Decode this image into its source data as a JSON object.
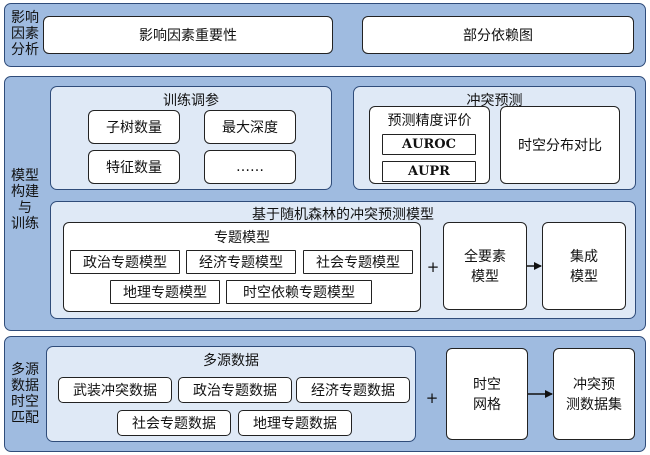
{
  "rows": {
    "analysis": {
      "label_lines": [
        "影响",
        "因素",
        "分析"
      ],
      "items": [
        "影响因素重要性",
        "部分依赖图"
      ]
    },
    "modeling": {
      "label_lines": [
        "模型",
        "构建",
        "与",
        "训练"
      ],
      "tuning": {
        "title": "训练调参",
        "items": [
          "子树数量",
          "最大深度",
          "特征数量",
          "……"
        ]
      },
      "prediction": {
        "title": "冲突预测",
        "accuracy": {
          "title": "预测精度评价",
          "metrics": [
            "AUROC",
            "AUPR"
          ]
        },
        "spatiotemporal_compare": "时空分布对比"
      },
      "rf_model": {
        "title": "基于随机森林的冲突预测模型",
        "thematic": {
          "title": "专题模型",
          "models": [
            "政治专题模型",
            "经济专题模型",
            "社会专题模型",
            "地理专题模型",
            "时空依赖专题模型"
          ]
        },
        "plus": "+",
        "all_factor_lines": [
          "全要素",
          "模型"
        ],
        "ensemble_lines": [
          "集成",
          "模型"
        ]
      }
    },
    "data": {
      "label_lines": [
        "多源",
        "数据",
        "时空",
        "匹配"
      ],
      "multisource": {
        "title": "多源数据",
        "items": [
          "武装冲突数据",
          "政治专题数据",
          "经济专题数据",
          "社会专题数据",
          "地理专题数据"
        ]
      },
      "plus": "+",
      "grid_lines": [
        "时空",
        "网格"
      ],
      "dataset_lines": [
        "冲突预",
        "测数据集"
      ]
    }
  }
}
